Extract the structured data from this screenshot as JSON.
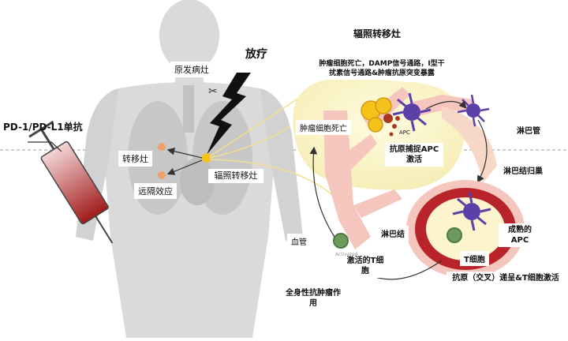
{
  "labels": {
    "radiotherapy": "放疗",
    "pd1": "PD-1/PD-L1单抗",
    "primary_tumor": "原发病灶",
    "metastasis": "转移灶",
    "abscopal": "远隔效应",
    "irradiated_lesion_small": "辐照转移灶",
    "irradiated_lesion_title": "辐照转移灶",
    "mechanism": "肿瘤细胞死亡，DAMP信号通路，I型干扰素信号通路&肿瘤抗原突变暴露",
    "tumor_death": "肿瘤细胞死亡",
    "apc_small": "APC",
    "antigen_capture": "抗原捕捉APC激活",
    "lymph_vessel": "淋巴管",
    "lymph_homing": "淋巴结归巢",
    "mature_apc": "成熟的APC",
    "t_cell": "T细胞",
    "cross_present": "抗原（交叉）递呈&T细胞激活",
    "blood_vessel": "血管",
    "lymph_node": "淋巴结",
    "activated_t": "激活的T细胞",
    "activated_small": "Activated",
    "systemic": "全身性抗肿瘤作用"
  },
  "colors": {
    "body_gray": "#dadada",
    "lung_gray": "#c7c7c7",
    "tumor_yellow": "#f4c21a",
    "met_orange": "#f0a06b",
    "tissue_cream": "#fbf4cc",
    "vessel_pink": "#f5c6bd",
    "node_red": "#b8242a",
    "apc_purple": "#5c3fa8",
    "tcell_green": "#6f9a5e",
    "connector_yellow": "#f2e08a"
  }
}
